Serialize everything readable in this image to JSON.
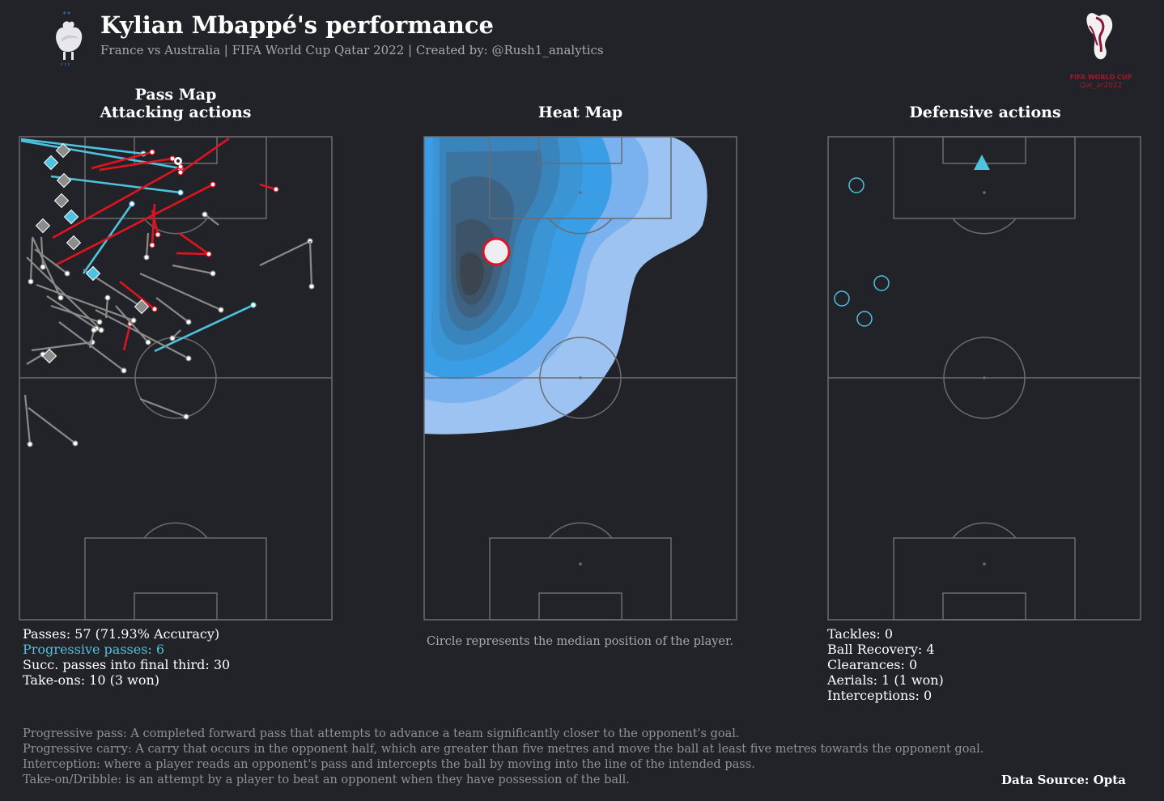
{
  "header": {
    "title": "Kylian Mbappé's performance",
    "subtitle": "France vs Australia | FIFA World Cup Qatar 2022 | Created by: @Rush1_analytics",
    "team_crest_icon": "rooster-crest-icon",
    "tournament_logo_icon": "world-cup-trophy-icon",
    "tournament_logo_text_1": "FIFA WORLD CUP",
    "tournament_logo_text_2": "Qat_ar2022"
  },
  "pass_map": {
    "title_line1": "Pass Map",
    "title_line2": "Attacking actions",
    "stats": {
      "passes": "Passes: 57 (71.93% Accuracy)",
      "progressive": "Progressive passes: 6",
      "final_third": "Succ. passes into final third: 30",
      "take_ons": "Take-ons: 10 (3 won)"
    },
    "colors": {
      "pass": "#8a8a8a",
      "final_third": "#e0141e",
      "progressive": "#4ec2de",
      "take_on": "#8c8c8c"
    }
  },
  "heat_map": {
    "title": "Heat Map",
    "note": "Circle represents the median position of the player.",
    "colors": {
      "light": "#9cc3f2",
      "mid": "#3a9ee6",
      "dark": "#3b4550",
      "median_marker": "#e0141e"
    }
  },
  "defensive": {
    "title": "Defensive actions",
    "stats": {
      "tackles": "Tackles: 0",
      "recovery": "Ball Recovery: 4",
      "clearances": "Clearances: 0",
      "aerials": "Aerials: 1 (1 won)",
      "interceptions": "Interceptions: 0"
    },
    "color": "#4ec2de"
  },
  "footnotes": [
    "Progressive pass: A completed forward pass that attempts to advance a team significantly closer to the opponent's goal.",
    "Progressive carry: A carry that occurs in the opponent half, which are greater than five metres and move the ball at least five metres towards the opponent goal.",
    "Interception: where a player reads an opponent's pass and intercepts the ball by moving into the line of the intended pass.",
    "Take-on/Dribble: is an attempt by a player to beat an opponent when they have possession of the ball."
  ],
  "source": "Data Source: Opta"
}
